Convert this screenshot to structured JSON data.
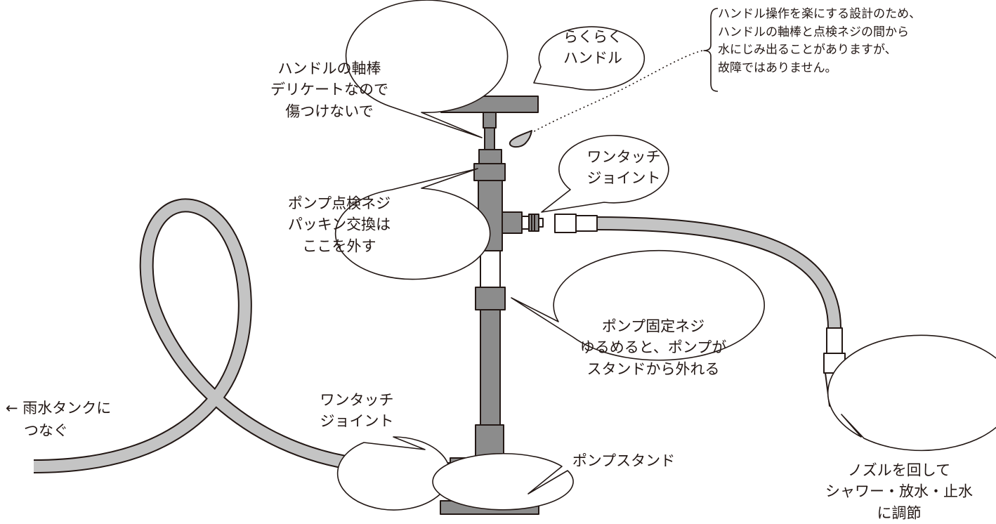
{
  "labels": {
    "easy_handle": [
      "らくらく",
      "ハンドル"
    ],
    "handle_shaft": [
      "ハンドルの軸棒",
      "デリケートなので",
      "傷つけないで"
    ],
    "one_touch_top": [
      "ワンタッチ",
      "ジョイント"
    ],
    "inspection_screw": [
      "ポンプ点検ネジ",
      "パッキン交換は",
      "ここを外す"
    ],
    "fixing_screw": [
      "ポンプ固定ネジ",
      "ゆるめると、ポンプが",
      "スタンドから外れる"
    ],
    "one_touch_bottom": [
      "ワンタッチ",
      "ジョイント"
    ],
    "pump_stand": "ポンプスタンド",
    "nozzle": [
      "ノズルを回して",
      "シャワー・放水・止水",
      "に調節"
    ],
    "tank": [
      "← 雨水タンクに",
      "つなぐ"
    ]
  },
  "note": [
    "ハンドル操作を楽にする設計のため、",
    "ハンドルの軸棒と点検ネジの間から",
    "水にじみ出ることがありますが、",
    "故障ではありません。"
  ],
  "colors": {
    "pump_body": "#8c8c8c",
    "hose": "#c4c4c4",
    "outline": "#231815",
    "background": "#ffffff"
  }
}
